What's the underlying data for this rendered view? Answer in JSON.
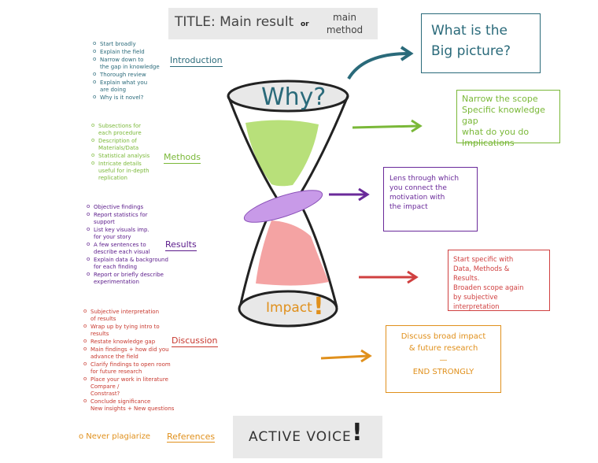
{
  "title": {
    "main": "TITLE: Main result",
    "or": "or",
    "alt": "main\nmethod"
  },
  "hourglass": {
    "top": "Why?",
    "bottom": "Impact",
    "bottom_mark": "!"
  },
  "sections": [
    {
      "label": "Introduction",
      "color": "#2a6a7a",
      "items": [
        "Start broadly",
        "Explain the field",
        "Narrow down to\nthe gap in knowledge",
        "Thorough review",
        "Explain what you\nare doing",
        "Why is it novel?"
      ]
    },
    {
      "label": "Methods",
      "color": "#7ab838",
      "items": [
        "Subsections for\neach procedure",
        "Description of\nMaterials/Data",
        "Statistical analysis",
        "Intricate details\nuseful for in-depth\nreplication"
      ]
    },
    {
      "label": "Results",
      "color": "#5a1a8a",
      "items": [
        "Objective findings",
        "Report statistics for\nsupport",
        "List key visuals imp.\nfor your story",
        "A few sentences to\ndescribe each visual",
        "Explain data & background\nfor each finding",
        "Report or briefly describe\nexperimentation"
      ]
    },
    {
      "label": "Discussion",
      "color": "#c8392f",
      "items": [
        "Subjective interpretation\nof results",
        "Wrap up by tying intro to\nresults",
        "Restate knowledge gap",
        "Main findings + how did you\nadvance the field",
        "Clarify findings to open room\nfor future research",
        "Place your work in literature\nCompare /\nConstrast?",
        "Conclude significance\nNew insights + New questions"
      ]
    }
  ],
  "boxes": [
    {
      "text": "What is the\nBig picture?",
      "color": "#2a6a7a"
    },
    {
      "text": "Narrow the scope\nSpecific knowledge gap\nwhat do you do\nImplications",
      "color": "#7ab838"
    },
    {
      "text": "Lens through which\nyou connect the\nmotivation with\nthe impact",
      "color": "#6a2a9a"
    },
    {
      "text": "Start specific with\nData, Methods &\nResults.\nBroaden scope again\nby subjective interpretation",
      "color": "#d04040"
    },
    {
      "text": "Discuss broad impact\n& future research\n—\nEND STRONGLY",
      "color": "#e0901c"
    }
  ],
  "footer": {
    "never": "o Never plagiarize",
    "references": "References",
    "active_voice": "ACTIVE VOICE",
    "active_mark": "!"
  },
  "colors": {
    "teal": "#2a6a7a",
    "green": "#7ab838",
    "purple": "#6a2a9a",
    "red": "#d04040",
    "orange": "#e0901c",
    "green_fill": "#b8e07a",
    "purple_fill": "#c89ae8",
    "pink_fill": "#f4a3a3"
  }
}
